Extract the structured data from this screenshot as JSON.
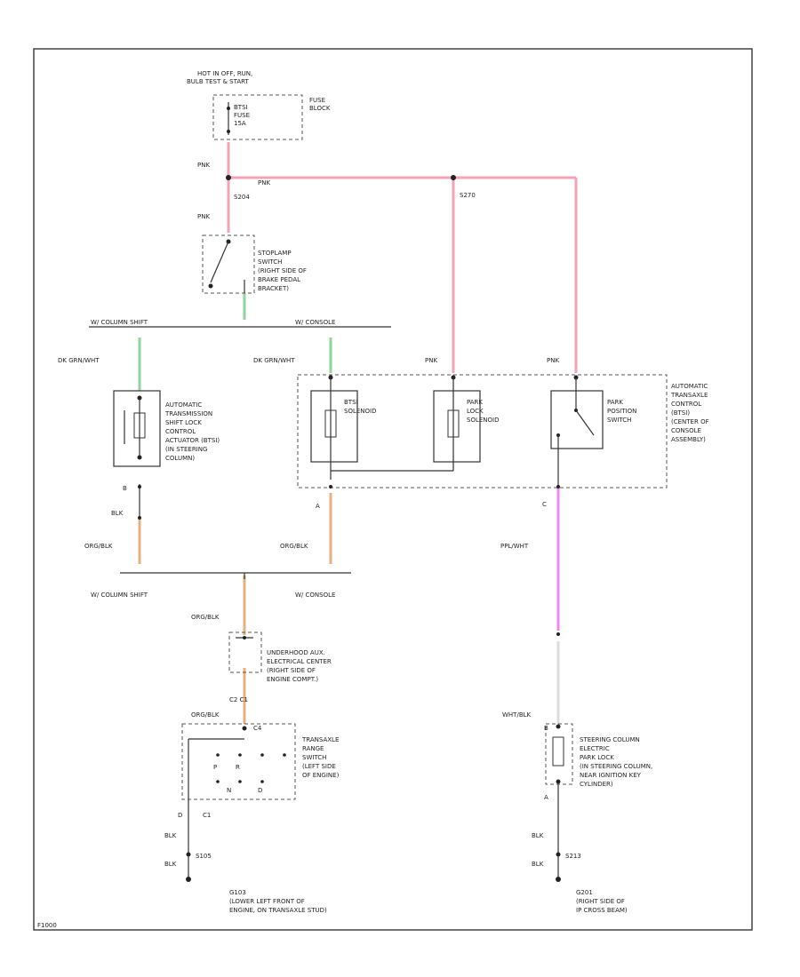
{
  "colors": {
    "pink": "#f4a3b5",
    "green": "#8ed69a",
    "orange": "#e6b07f",
    "violet": "#ee88ee",
    "white": "#dcdcdc",
    "black": "#333333"
  },
  "labels": {
    "hot_in": "HOT IN OFF, RUN,",
    "hot_in2": "BULB TEST & START",
    "fuse_block": "FUSE",
    "fuse_block2": "BLOCK",
    "fuse1": "BTSI",
    "fuse2": "FUSE",
    "fuse3": "15A",
    "pnk_top": "PNK",
    "pnk_branch": "PNK",
    "splice_s204": "S204",
    "splice_s270": "S270",
    "pnk_stop": "PNK",
    "stop_1": "STOPLAMP",
    "stop_2": "SWITCH",
    "stop_3": "(RIGHT SIDE OF",
    "stop_4": "BRAKE PEDAL",
    "stop_5": "BRACKET)",
    "w_col_shaft_top": "W/ COLUMN SHIFT",
    "w_console_top": "W/ CONSOLE",
    "dkgrn_left": "DK GRN/WHT",
    "dkgrn_mid": "DK GRN/WHT",
    "pnk_parklock": "PNK",
    "pnk_parkpos": "PNK",
    "act_1": "AUTOMATIC",
    "act_2": "TRANSMISSION",
    "act_3": "SHIFT LOCK",
    "act_4": "CONTROL",
    "act_5": "ACTUATOR (BTSI)",
    "act_6": "(IN STEERING",
    "act_7": "COLUMN)",
    "btsi_sol_1": "BTSI",
    "btsi_sol_2": "SOLENOID",
    "parklock_sol_1": "PARK",
    "parklock_sol_2": "LOCK",
    "parklock_sol_3": "SOLENOID",
    "parkpos_1": "PARK",
    "parkpos_2": "POSITION",
    "parkpos_3": "SWITCH",
    "atcc_1": "AUTOMATIC",
    "atcc_2": "TRANSAXLE",
    "atcc_3": "CONTROL",
    "atcc_4": "(BTSI)",
    "atcc_5": "(CENTER OF",
    "atcc_6": "CONSOLE",
    "atcc_7": "ASSEMBLY)",
    "pin_b_left": "B",
    "blk_left": "BLK",
    "orgblk_left": "ORG/BLK",
    "pin_a_mid": "A",
    "orgblk_mid": "ORG/BLK",
    "pin_c_right": "C",
    "ppl_wht": "PPL/WHT",
    "w_col_shaft_bot": "W/ COLUMN SHIFT",
    "w_console_bot": "W/ CONSOLE",
    "orgblk_mid2": "ORG/BLK",
    "uec_1": "UNDERHOOD AUX.",
    "uec_2": "ELECTRICAL CENTER",
    "uec_3": "(RIGHT SIDE OF",
    "uec_4": "ENGINE COMPT.)",
    "conn_c1_a": "C2  C1",
    "orgblk_low": "ORG/BLK",
    "conn_c4": "C4",
    "trs_1": "TRANSAXLE",
    "trs_2": "RANGE",
    "trs_3": "SWITCH",
    "trs_4": "(LEFT SIDE",
    "trs_5": "OF ENGINE)",
    "trs_p": "P",
    "trs_r": "R",
    "trs_n": "N",
    "trs_d": "D",
    "pin_d": "D",
    "conn_c1_b": "C1",
    "blk_low1": "BLK",
    "splice_s105": "S105",
    "blk_low2": "BLK",
    "ground_g103": "G103",
    "g103_1": "(LOWER LEFT FRONT OF",
    "g103_2": "ENGINE, ON TRANSAXLE STUD)",
    "wht_blk": "WHT/BLK",
    "pin_b_right": "B",
    "pin_c_right2": "C",
    "scpl_1": "STEERING COLUMN",
    "scpl_2": "ELECTRIC",
    "scpl_3": "PARK LOCK",
    "scpl_4": "(IN STEERING COLUMN,",
    "scpl_5": "NEAR IGNITION KEY",
    "scpl_6": "CYLINDER)",
    "pin_a_right": "A",
    "blk_right1": "BLK",
    "splice_s213": "S213",
    "blk_right2": "BLK",
    "ground_g201": "G201",
    "g201_1": "(RIGHT SIDE OF",
    "g201_2": "IP CROSS BEAM)",
    "fig_id": "F1000"
  }
}
